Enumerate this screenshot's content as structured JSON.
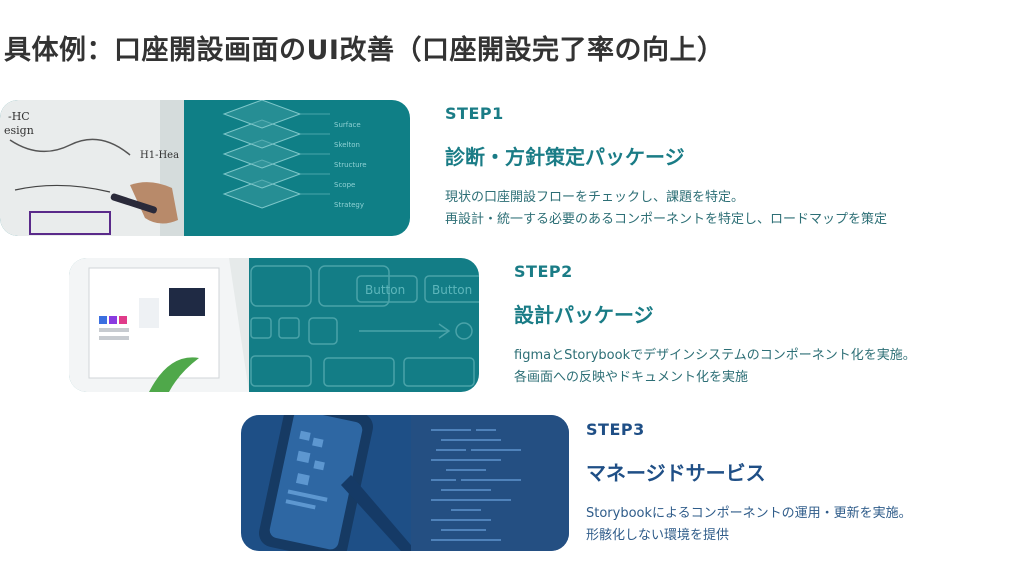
{
  "page": {
    "title": "具体例：口座開設画面のUI改善（口座開設完了率の向上）"
  },
  "steps": [
    {
      "label": "STEP1",
      "heading": "診断・方針策定パッケージ",
      "lines": [
        "現状の口座開設フローをチェックし、課題を特定。",
        "再設計・統一する必要のあるコンポーネントを特定し、ロードマップを策定"
      ],
      "image_labels": [
        "Surface",
        "Skelton",
        "Structure",
        "Scope",
        "Strategy"
      ],
      "whiteboard_text": [
        "-HC",
        "esign",
        "H1-Hea"
      ]
    },
    {
      "label": "STEP2",
      "heading": "設計パッケージ",
      "lines": [
        "figmaとStorybookでデザインシステムのコンポーネント化を実施。",
        "各画面への反映やドキュメント化を実施"
      ],
      "image_labels": [
        "Button",
        "Button"
      ]
    },
    {
      "label": "STEP3",
      "heading": "マネージドサービス",
      "lines": [
        "Storybookによるコンポーネントの運用・更新を実施。",
        "形骸化しない環境を提供"
      ]
    }
  ],
  "colors": {
    "teal": "#1a7c86",
    "navy": "#1f4f86",
    "title": "#333333"
  }
}
